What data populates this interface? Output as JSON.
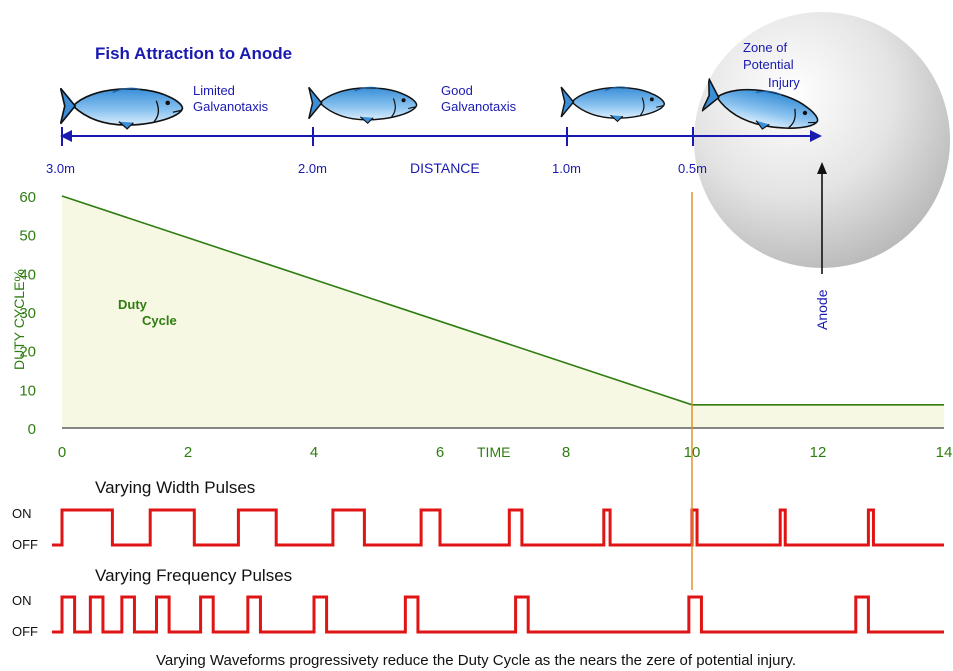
{
  "header": {
    "title": "Fish Attraction to Anode",
    "zones": [
      {
        "lines": [
          "Limited",
          "Galvanotaxis"
        ]
      },
      {
        "lines": [
          "Good",
          "Galvanotaxis"
        ]
      },
      {
        "lines": [
          "Zone of",
          "Potential",
          "Injury"
        ]
      }
    ],
    "distance_label": "DISTANCE",
    "distance_ticks": [
      "3.0m",
      "2.0m",
      "1.0m",
      "0.5m"
    ],
    "anode_label": "Anode"
  },
  "chart_data": {
    "type": "area",
    "series": [
      {
        "name": "Duty Cycle",
        "points": [
          [
            0,
            60
          ],
          [
            10,
            6
          ],
          [
            14,
            6
          ]
        ]
      }
    ],
    "xlabel": "TIME",
    "ylabel": "DUTY CYCLE%",
    "xlim": [
      0,
      14
    ],
    "ylim": [
      0,
      60
    ],
    "xticks": [
      0,
      2,
      4,
      6,
      8,
      10,
      12,
      14
    ],
    "yticks": [
      0,
      10,
      20,
      30,
      40,
      50,
      60
    ],
    "marker_x": 10,
    "area_label_lines": [
      "Duty",
      "Cycle"
    ],
    "colors": {
      "line": "#2e7d10",
      "fill": "#f7f8e3",
      "axis_text": "#2e7d10",
      "marker": "#e08a1e"
    }
  },
  "pulses": {
    "on_label": "ON",
    "off_label": "OFF",
    "width_title": "Varying Width Pulses",
    "frequency_title": "Varying Frequency Pulses",
    "width_pulses": [
      [
        0,
        0.8
      ],
      [
        1.4,
        2.1
      ],
      [
        2.8,
        3.4
      ],
      [
        4.3,
        4.8
      ],
      [
        5.7,
        6.0
      ],
      [
        7.1,
        7.3
      ],
      [
        8.6,
        8.7
      ],
      [
        10.0,
        10.08
      ],
      [
        11.4,
        11.48
      ],
      [
        12.8,
        12.88
      ]
    ],
    "frequency_pulses": [
      [
        0,
        0.2
      ],
      [
        0.45,
        0.65
      ],
      [
        0.95,
        1.15
      ],
      [
        1.5,
        1.7
      ],
      [
        2.2,
        2.4
      ],
      [
        2.95,
        3.15
      ],
      [
        4.0,
        4.2
      ],
      [
        5.45,
        5.65
      ],
      [
        7.2,
        7.4
      ],
      [
        9.95,
        10.15
      ],
      [
        12.6,
        12.8
      ]
    ],
    "color": "#e01414"
  },
  "caption": "Varying Waveforms progressivety reduce the Duty Cycle as the nears the zere of potential injury."
}
